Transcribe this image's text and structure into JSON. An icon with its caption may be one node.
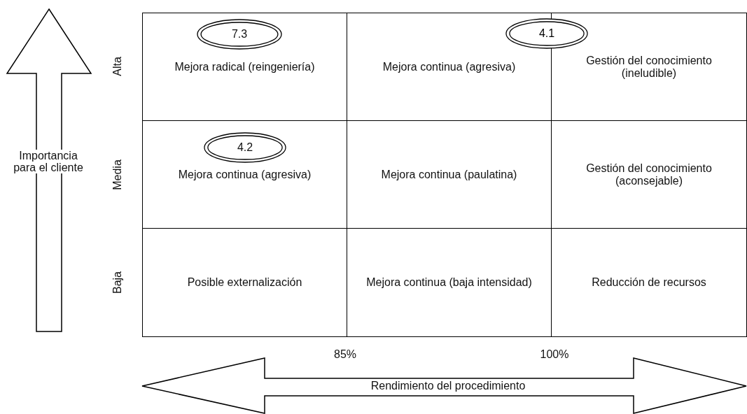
{
  "diagram": {
    "nodes": [
      {
        "text": [
          "Mejora radical (reingeniería)"
        ]
      },
      {
        "text": [
          "7.3"
        ],
        "in": 0
      },
      {
        "text": [
          "Mejora continua (agresiva)"
        ]
      },
      {
        "text": [
          "4.1"
        ]
      },
      {
        "text": [
          "Gestión del conocimiento (ineludible)"
        ]
      },
      {
        "text": [
          "Mejora continua (agresiva)"
        ]
      },
      {
        "text": [
          "4.2"
        ],
        "in": 5
      },
      {
        "text": [
          "Mejora continua (paulatina)"
        ]
      },
      {
        "text": [
          "Gestión del conocimiento (aconsejable)"
        ]
      },
      {
        "text": [
          "Posible externalización"
        ]
      },
      {
        "text": [
          "Mejora continua (baja intensidad)"
        ]
      },
      {
        "text": [
          "Reducción de recursos"
        ]
      }
    ],
    "labels": [
      "Importancia para el cliente",
      "Alta",
      "Media",
      "Baja",
      "85%",
      "100%",
      "Rendimiento del procedimiento"
    ]
  }
}
